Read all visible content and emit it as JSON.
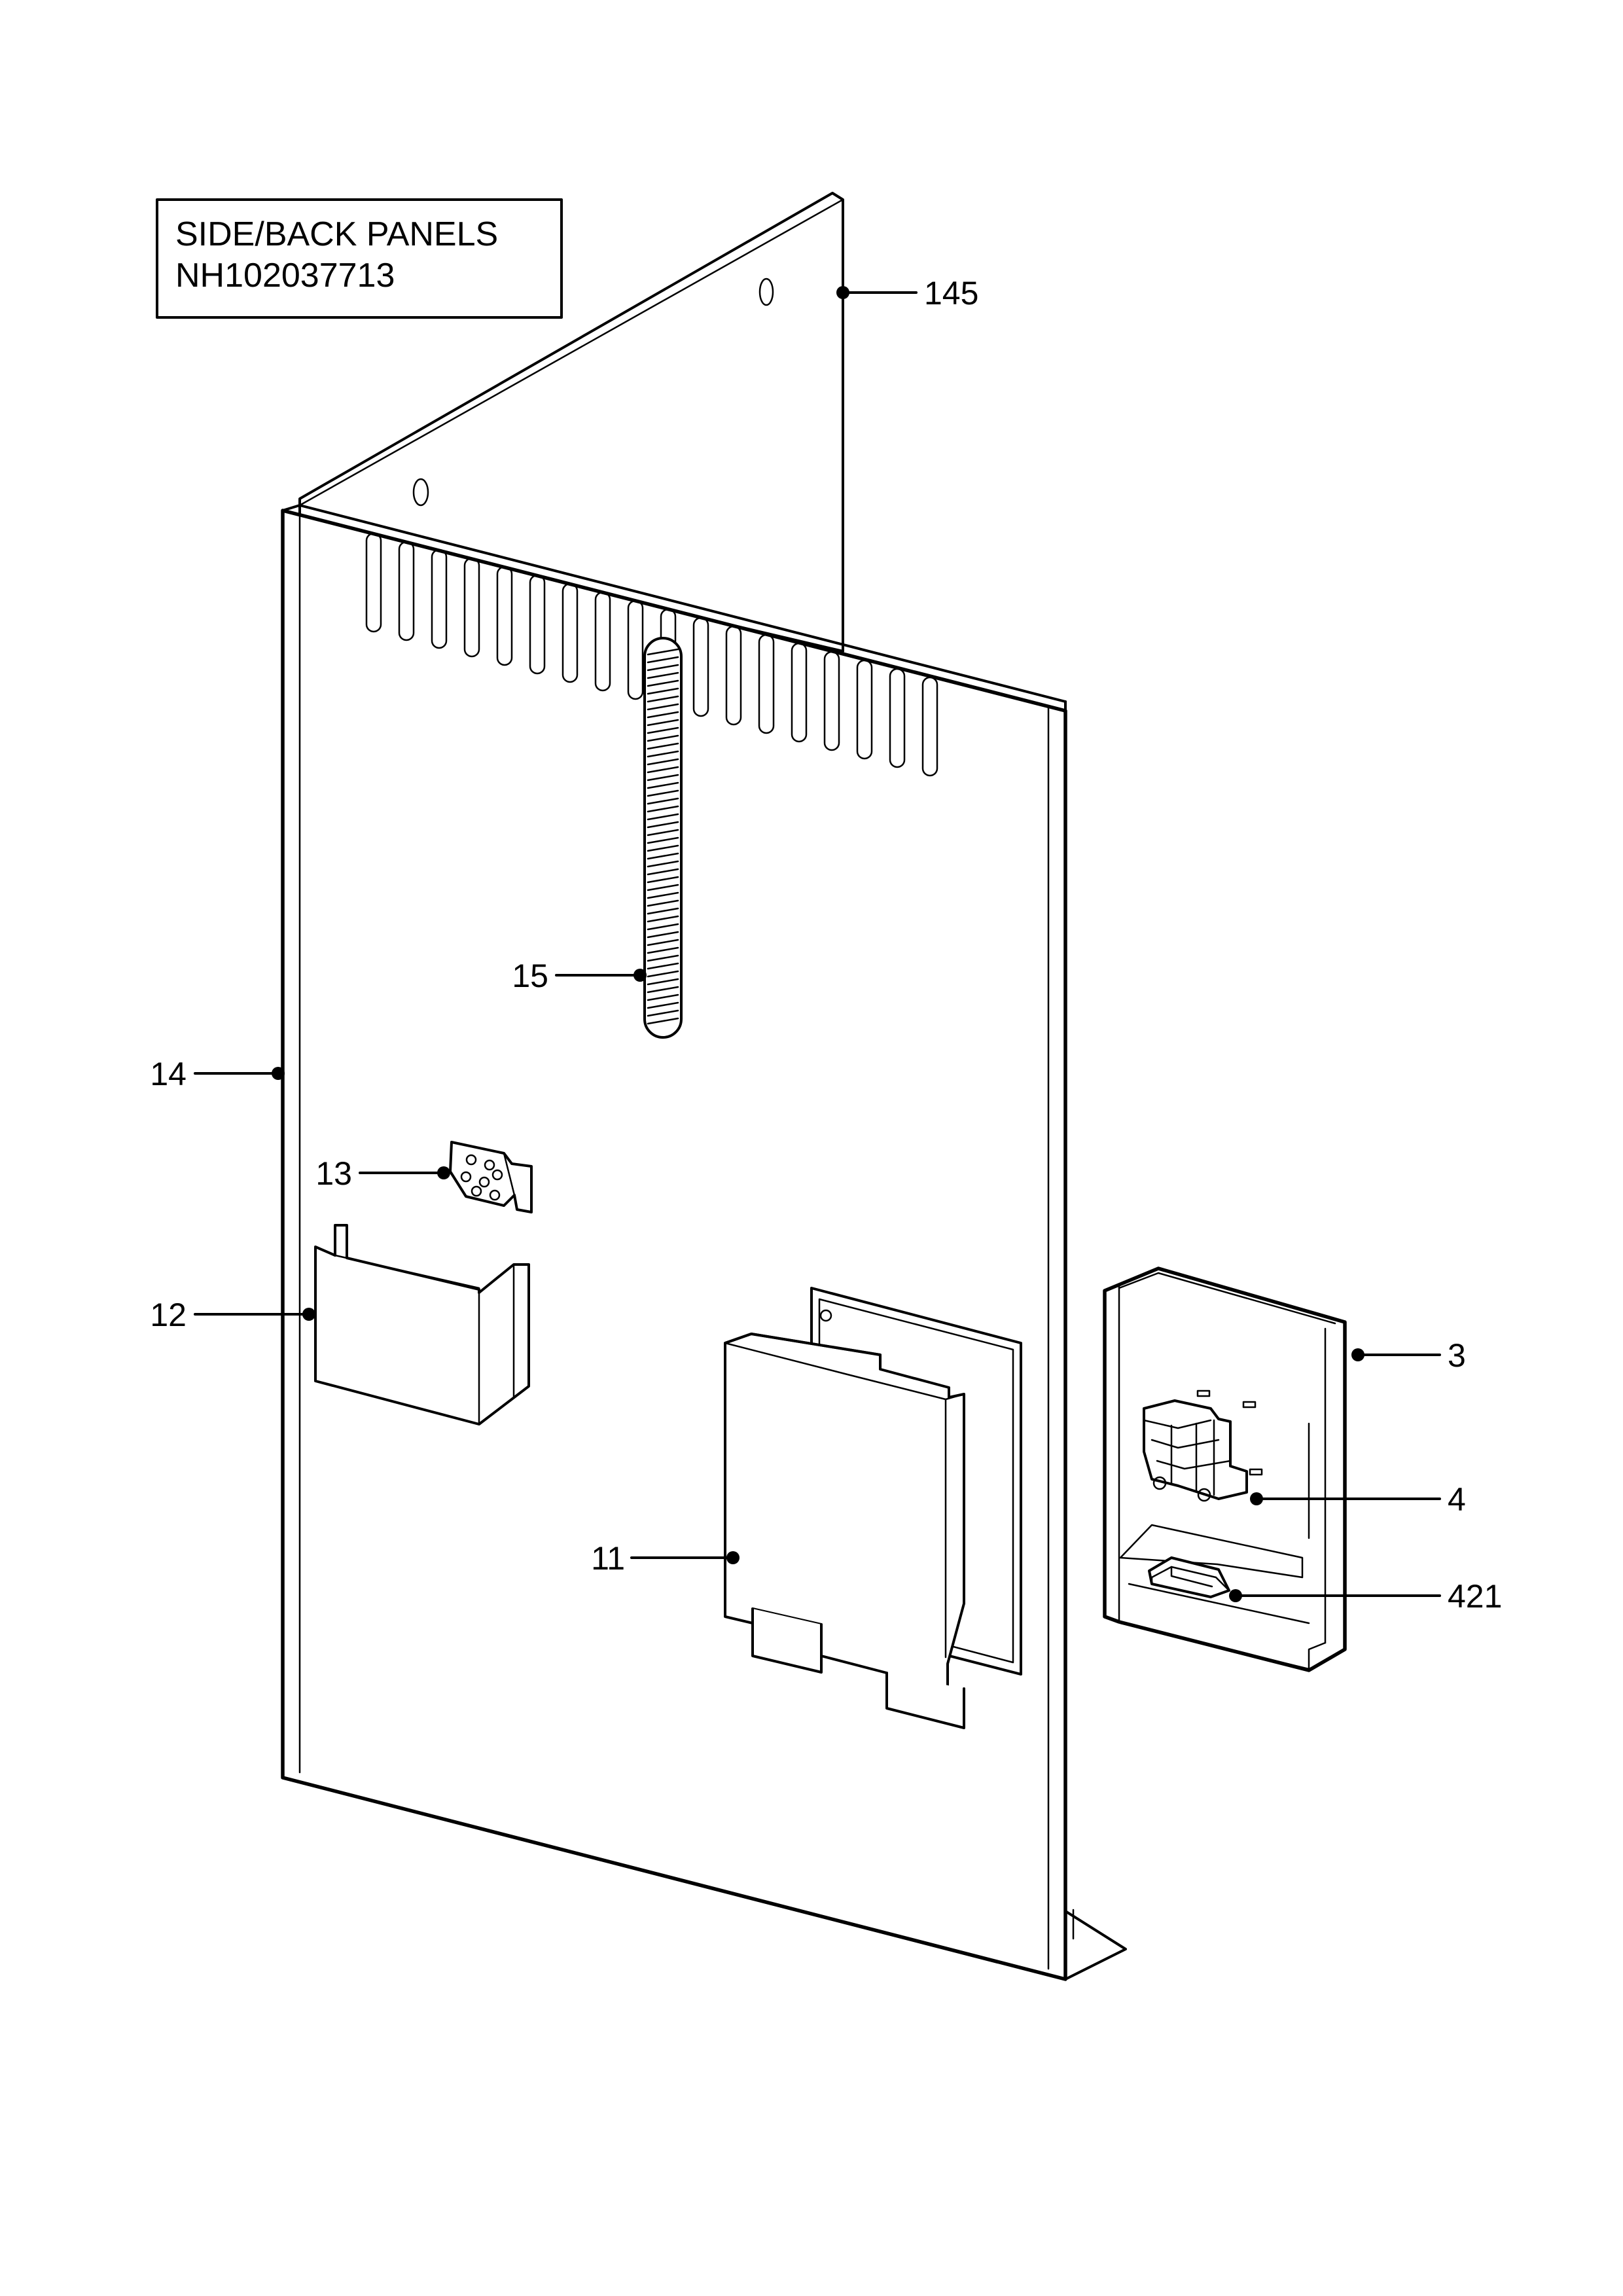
{
  "title_box": {
    "line1": "SIDE/BACK  PANELS",
    "line2": "NH102037713"
  },
  "callouts": [
    {
      "id": "145",
      "label": "145"
    },
    {
      "id": "15",
      "label": "15"
    },
    {
      "id": "14",
      "label": "14"
    },
    {
      "id": "13",
      "label": "13"
    },
    {
      "id": "12",
      "label": "12"
    },
    {
      "id": "11",
      "label": "11"
    },
    {
      "id": "3",
      "label": "3"
    },
    {
      "id": "4",
      "label": "4"
    },
    {
      "id": "421",
      "label": "421"
    }
  ]
}
